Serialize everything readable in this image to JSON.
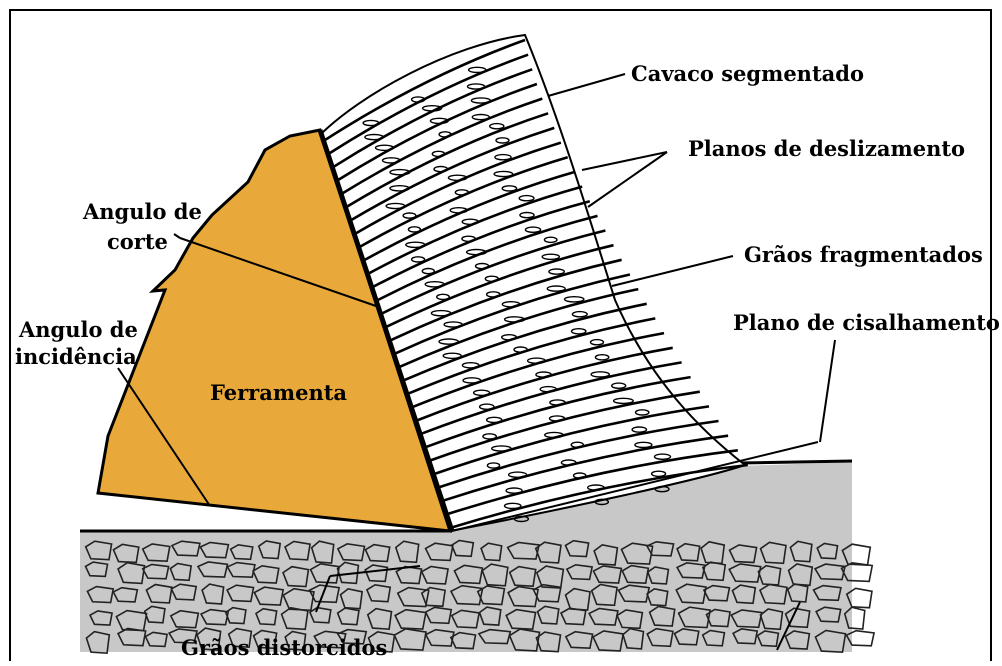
{
  "labels": {
    "cavaco_segmentado": "Cavaco segmentado",
    "planos_deslizamento": "Planos de deslizamento",
    "graos_fragmentados": "Grãos fragmentados",
    "plano_cisalhamento": "Plano de cisalhamento",
    "angulo_corte_l1": "Angulo de",
    "angulo_corte_l2": "corte",
    "angulo_incidencia_l1": "Angulo de",
    "angulo_incidencia_l2": "incidência",
    "ferramenta": "Ferramenta",
    "graos_distorcidos": "Grãos distorcidos"
  },
  "colors": {
    "tool_fill": "#e8a93a",
    "grain_fill": "#c8c8c8",
    "line": "#000000",
    "frame": "#000000"
  }
}
